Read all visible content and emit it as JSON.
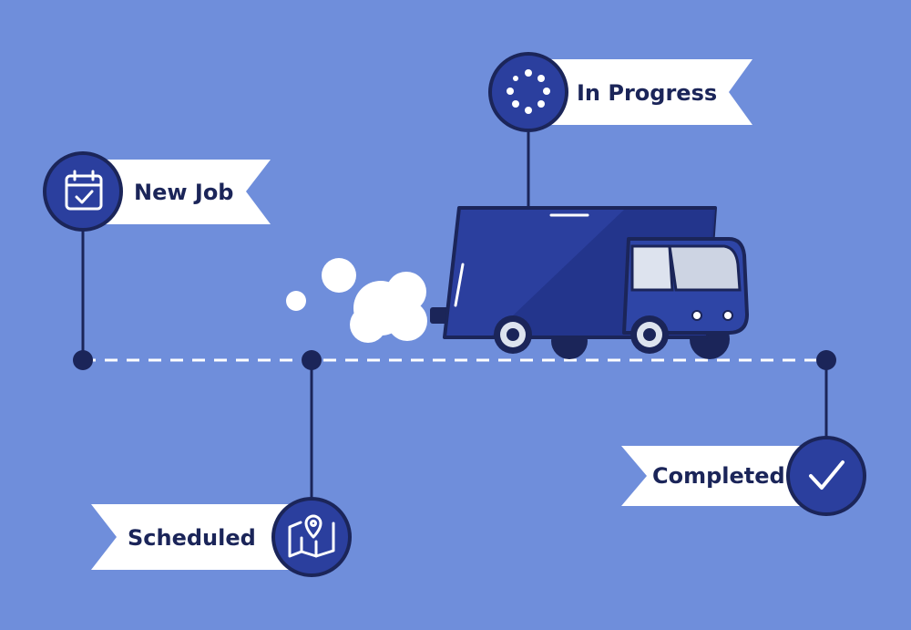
{
  "colors": {
    "background": "#6f8edb",
    "navy": "#1b2559",
    "circle_fill": "#2b3f9e",
    "ribbon": "#ffffff",
    "truck_body": "#2b3f9e",
    "truck_cab": "#2e45a6",
    "window": "#dde3ee",
    "smoke": "#ffffff"
  },
  "stages": [
    {
      "label": "New Job",
      "icon": "calendar-check-icon"
    },
    {
      "label": "Scheduled",
      "icon": "map-pin-icon"
    },
    {
      "label": "In Progress",
      "icon": "loading-spinner-icon"
    },
    {
      "label": "Completed",
      "icon": "checkmark-icon"
    }
  ]
}
